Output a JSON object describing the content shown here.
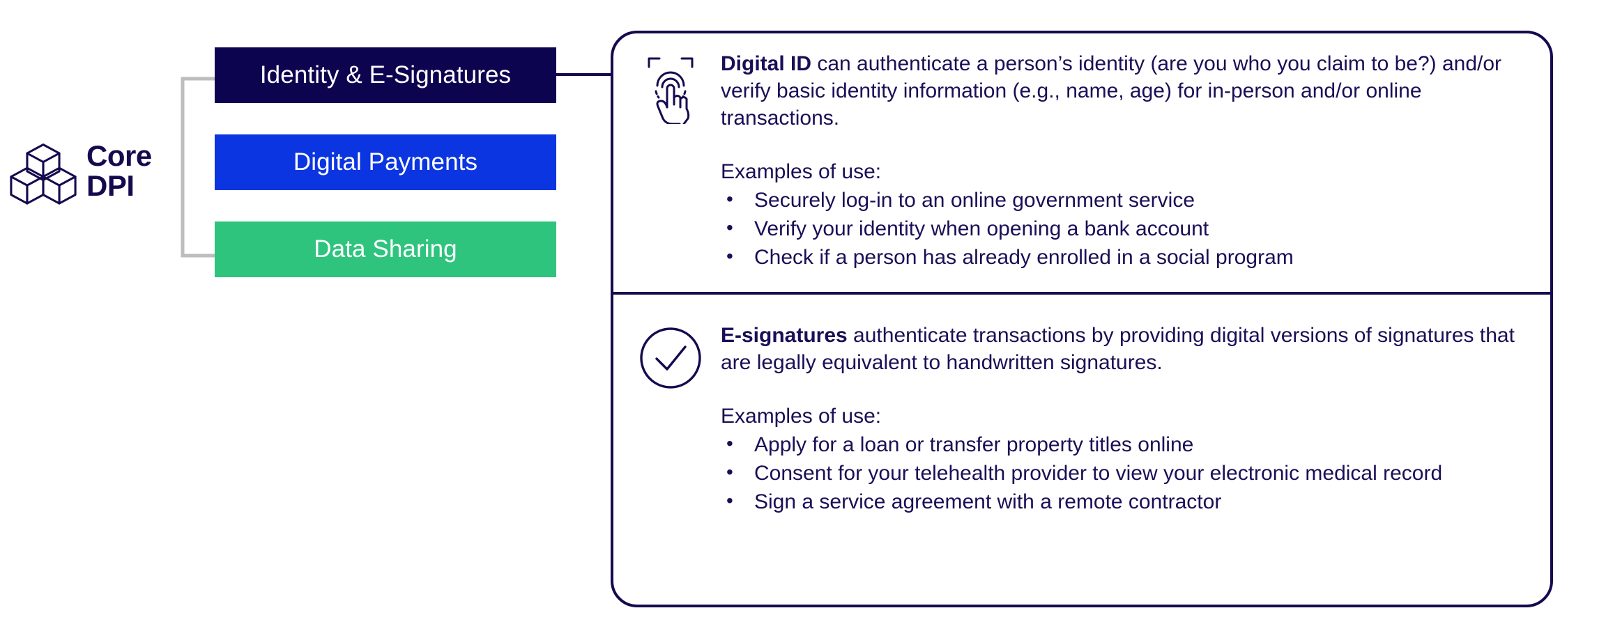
{
  "brand": {
    "label_line1": "Core",
    "label_line2": "DPI",
    "icon": "stacked-cubes-icon",
    "color": "#160a4f"
  },
  "pillars": [
    {
      "label": "Identity & E-Signatures",
      "color": "#0d0450",
      "selected": true
    },
    {
      "label": "Digital Payments",
      "color": "#0b35e0",
      "selected": false
    },
    {
      "label": "Data Sharing",
      "color": "#2ec47e",
      "selected": false
    }
  ],
  "card": {
    "border_color": "#160a4f",
    "text_color": "#1a0f56",
    "sections": [
      {
        "icon": "fingerprint-touch-icon",
        "lead_bold": "Digital ID",
        "lead_rest": " can authenticate a person’s identity (are you who you claim to be?) and/or verify basic identity information (e.g., name, age) for in-person and/or online transactions.",
        "examples_label": "Examples of use:",
        "bullets": [
          "Securely log-in to an online government service",
          "Verify your identity when opening a bank account",
          "Check if a person has already enrolled in a social program"
        ]
      },
      {
        "icon": "check-circle-icon",
        "lead_bold": "E-signatures",
        "lead_rest": " authenticate transactions by providing digital versions of signatures that are legally equivalent to handwritten signatures.",
        "examples_label": "Examples of use:",
        "bullets": [
          "Apply for a loan or transfer property titles online",
          "Consent for your telehealth provider to view your electronic medical record",
          "Sign a service agreement with a remote contractor"
        ]
      }
    ]
  }
}
